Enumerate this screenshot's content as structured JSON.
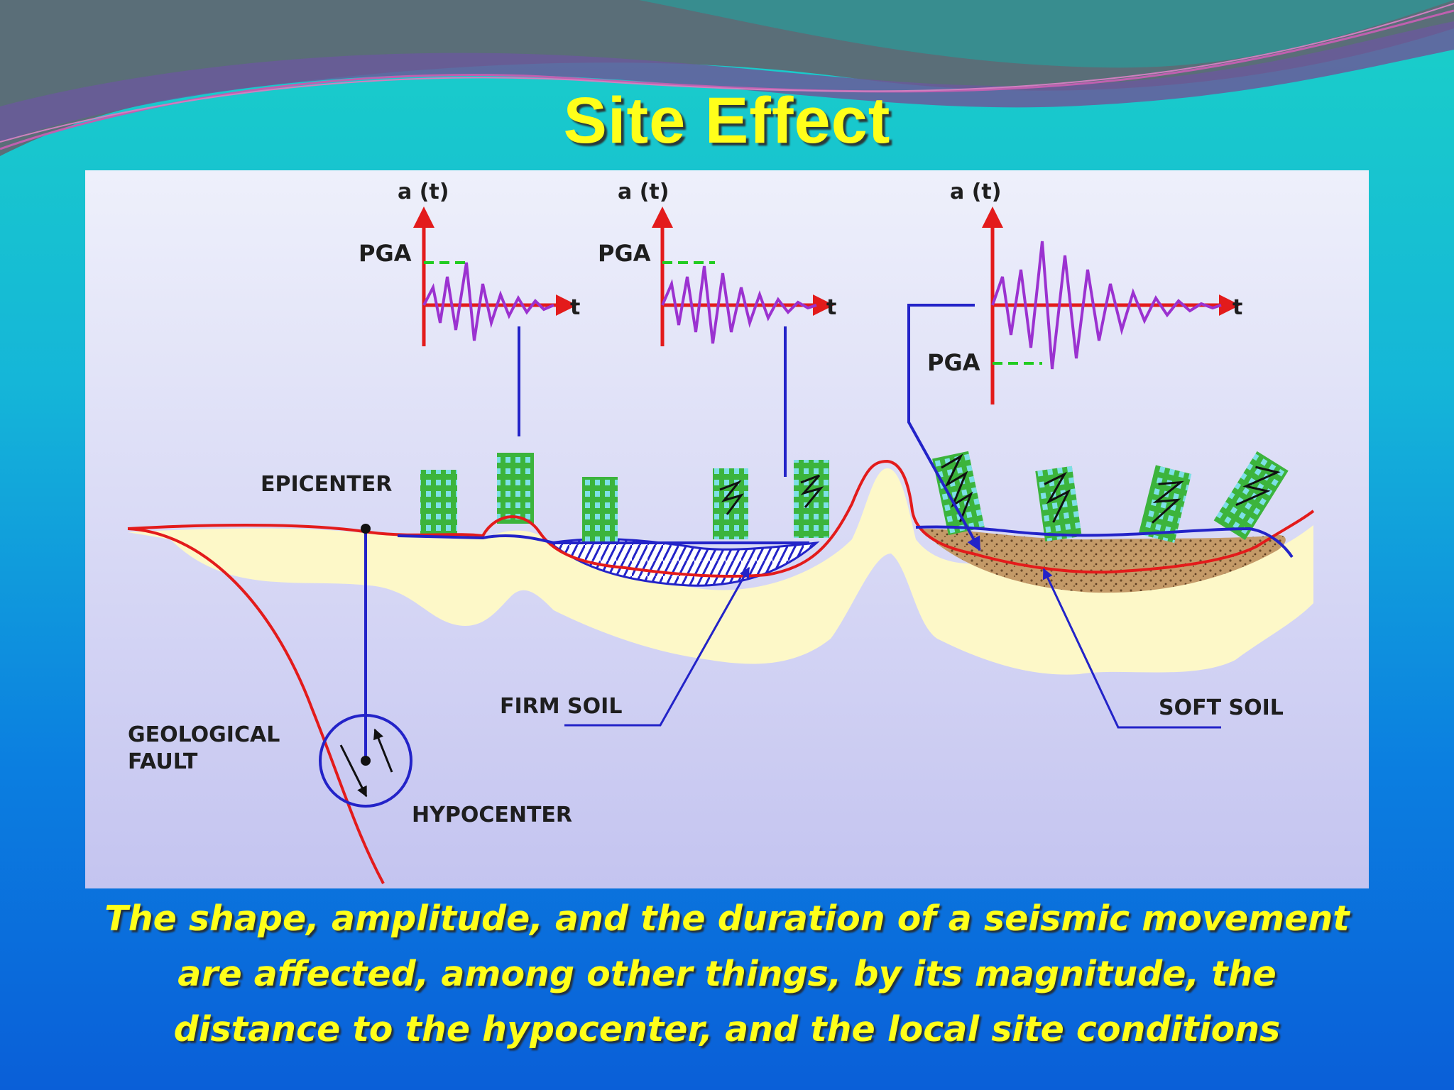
{
  "slide": {
    "title": "Site Effect",
    "caption_lines": [
      "The shape, amplitude, and the duration of a seismic movement",
      "are affected, among other things, by its magnitude, the",
      "distance to the hypocenter, and the local site conditions"
    ]
  },
  "diagram": {
    "axis_label_a": "a (t)",
    "axis_label_t": "t",
    "pga_label": "PGA",
    "epicenter": "EPICENTER",
    "hypocenter": "HYPOCENTER",
    "fault_line1": "GEOLOGICAL",
    "fault_line2": "FAULT",
    "firm_soil": "FIRM SOIL",
    "soft_soil": "SOFT SOIL"
  },
  "colors": {
    "title": "#ffff1a",
    "caption": "#ffff1a",
    "fault": "#e31b1b",
    "leader": "#2323c8",
    "waveform": "#9b32d0",
    "pga_dash": "#22cc22",
    "building": "#3cb43c",
    "firm_layer": "#fdf8c8",
    "soft_soil": "#b89060"
  }
}
